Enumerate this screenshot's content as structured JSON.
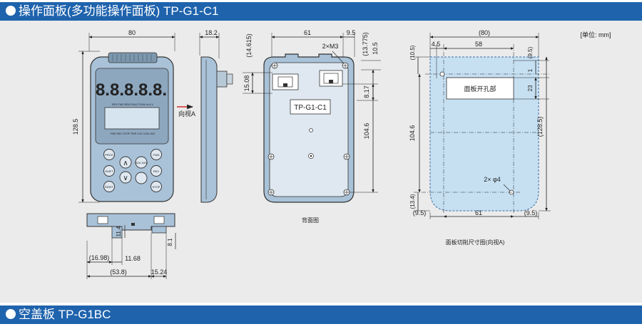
{
  "sections": [
    {
      "title": "操作面板(多功能操作面板)  TP-G1-C1"
    },
    {
      "title": "空盖板  TP-G1BC"
    }
  ],
  "unit_label": "[单位: mm]",
  "front": {
    "width": "80",
    "depth": "18.2",
    "height": "128.5",
    "display": "8.8.8.8.8.",
    "indicators": "REV FWD REM FAULT RUN Hz A V",
    "status": "FWD REV STOP TRIP LOC COM JOG",
    "keys": {
      "prog": "PROG",
      "func": "FUNC DATA",
      "up": "∧",
      "down": "∨",
      "fwd": "FWD",
      "rev": "REV",
      "stop": "STOP",
      "shift": "SHIFT",
      "reset": "RESET"
    },
    "view_label": "向视A"
  },
  "bottom": {
    "d_1698": "(16.98)",
    "d_1168": "11.68",
    "d_538": "(53.8)",
    "d_1524": "15.24",
    "d_114": "11.4",
    "d_81": "8.1"
  },
  "back": {
    "d_14615": "(14.615)",
    "d_61": "61",
    "d_95": "9.5",
    "d_13775": "(13.775)",
    "d_105": "10.5",
    "screw": "2×M3",
    "d_1508": "15.08",
    "d_817": "8.17",
    "d_1046": "104.6",
    "model": "TP-G1-C1",
    "caption": "背面图"
  },
  "cutout": {
    "d_80": "(80)",
    "d_45": "4.5",
    "d_58": "58",
    "d_95_top": "(9.5)",
    "d_105": "(10.5)",
    "d_1": "1",
    "d_23": "23",
    "hole_label": "面板开孔部",
    "d_1046": "104.6",
    "d_1285": "(128.5)",
    "holes": "2× φ4",
    "d_134": "(13.4)",
    "d_95_left": "(9.5)",
    "d_61": "61",
    "d_95_right": "(9.5)",
    "caption": "面板切削尺寸图(向视A)"
  },
  "colors": {
    "header": "#1f63ad",
    "panel": "#ebebeb",
    "body": "#a9c2d8",
    "cutout": "#c6e0f2",
    "caption_red": "#d42a2a"
  }
}
